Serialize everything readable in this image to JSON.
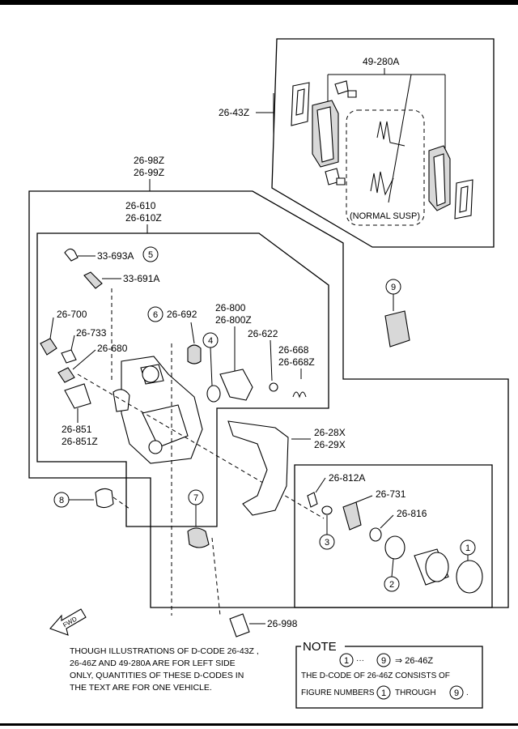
{
  "callouts": {
    "c49_280a": "49-280A",
    "c26_43z": "26-43Z",
    "normal_susp": "(NORMAL SUSP)",
    "c26_98z": "26-98Z",
    "c26_99z": "26-99Z",
    "c26_610": "26-610",
    "c26_610z": "26-610Z",
    "c33_693a": "33-693A",
    "c33_691a": "33-691A",
    "c26_700": "26-700",
    "c26_733": "26-733",
    "c26_680": "26-680",
    "c26_692": "26-692",
    "c26_800": "26-800",
    "c26_800z": "26-800Z",
    "c26_622": "26-622",
    "c26_668": "26-668",
    "c26_668z": "26-668Z",
    "c26_851": "26-851",
    "c26_851z": "26-851Z",
    "c26_28x": "26-28X",
    "c26_29x": "26-29X",
    "c26_812a": "26-812A",
    "c26_731": "26-731",
    "c26_816": "26-816",
    "c26_998": "26-998"
  },
  "figure_numbers": {
    "n1": "1",
    "n2": "2",
    "n3": "3",
    "n4": "4",
    "n5": "5",
    "n6": "6",
    "n7": "7",
    "n8": "8",
    "n9": "9"
  },
  "fwd_label": "FWD",
  "footnote": {
    "line1": "THOUGH ILLUSTRATIONS OF D-CODE 26-43Z  ,",
    "line2": "26-46Z    AND  49-280A ARE FOR LEFT SIDE",
    "line3": "ONLY, QUANTITIES OF THESE D-CODES IN",
    "line4": "THE TEXT ARE FOR ONE VEHICLE."
  },
  "note": {
    "title": "NOTE",
    "range_from": "1",
    "range_dots": "···",
    "range_to": "9",
    "arrow_text": "⇒ 26-46Z",
    "line2": "THE D-CODE OF   26-46Z   CONSISTS OF",
    "line3_a": "FIGURE NUMBERS",
    "line3_n1": "1",
    "line3_b": "THROUGH",
    "line3_n9": "9",
    "line3_end": "."
  }
}
